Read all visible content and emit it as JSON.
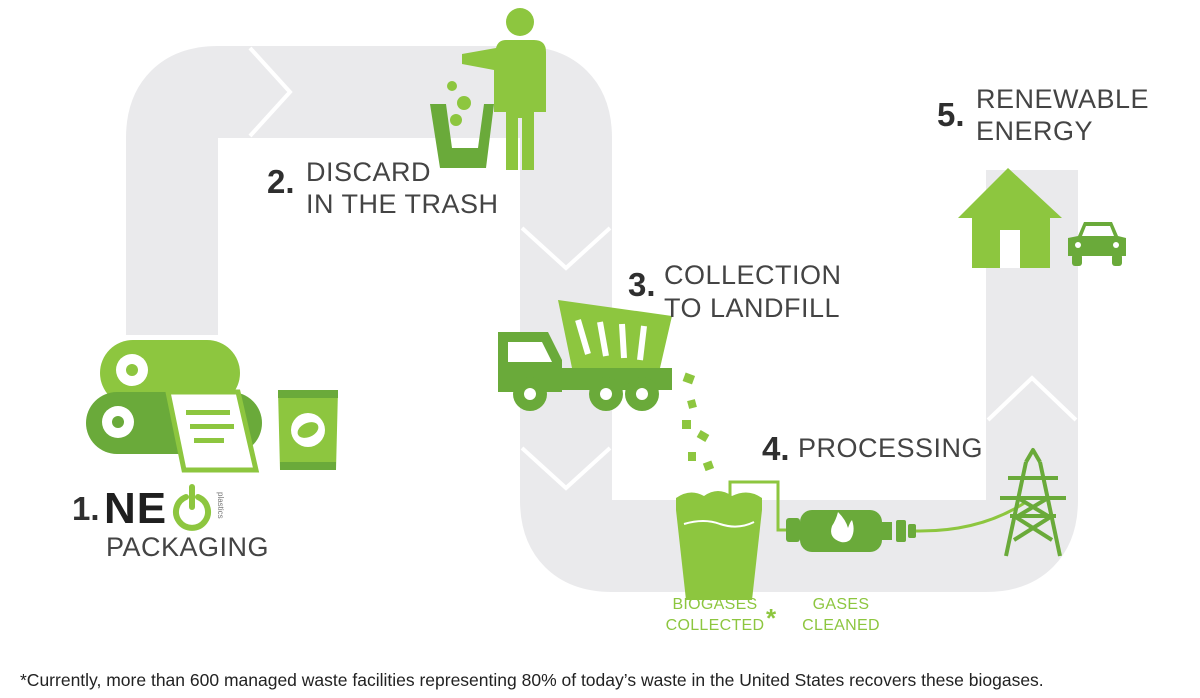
{
  "steps": [
    {
      "number": "1.",
      "lines": [
        "PACKAGING"
      ]
    },
    {
      "number": "2.",
      "lines": [
        "DISCARD",
        "IN THE TRASH"
      ]
    },
    {
      "number": "3.",
      "lines": [
        "COLLECTION",
        "TO LANDFILL"
      ]
    },
    {
      "number": "4.",
      "lines": [
        "PROCESSING"
      ]
    },
    {
      "number": "5.",
      "lines": [
        "RENEWABLE",
        "ENERGY"
      ]
    }
  ],
  "logo": {
    "word": "NE",
    "sub": "plastics"
  },
  "labels": {
    "biogases": [
      "BIOGASES",
      "COLLECTED"
    ],
    "asterisk": "*",
    "gases": [
      "GASES",
      "CLEANED"
    ]
  },
  "footnote": "*Currently, more than 600 managed waste facilities representing 80% of today’s waste in the United States recovers these biogases.",
  "colors": {
    "green": "#8dc63f",
    "dark_green": "#6aaa3a",
    "track": "#eaeaec",
    "text": "#333333"
  }
}
